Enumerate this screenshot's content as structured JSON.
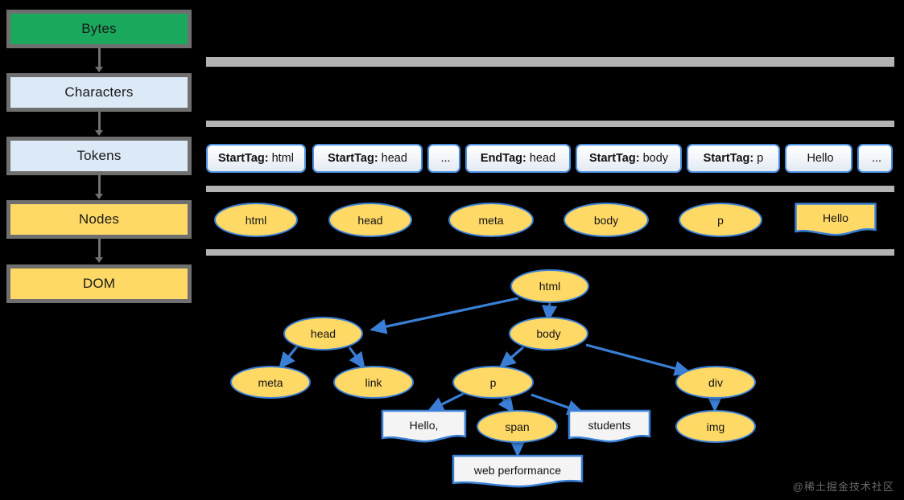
{
  "pipeline": {
    "steps": [
      {
        "label": "Bytes",
        "fill": "#1aa85d",
        "style": "green"
      },
      {
        "label": "Characters",
        "fill": "#dce9f6",
        "style": "blue"
      },
      {
        "label": "Tokens",
        "fill": "#dce9f6",
        "style": "blue"
      },
      {
        "label": "Nodes",
        "fill": "#ffd966",
        "style": "yellow"
      },
      {
        "label": "DOM",
        "fill": "#ffd966",
        "style": "yellow"
      }
    ]
  },
  "tokens": {
    "items": [
      {
        "kind": "StartTag",
        "value": "html"
      },
      {
        "kind": "StartTag",
        "value": "head"
      },
      {
        "kind": "",
        "value": "..."
      },
      {
        "kind": "EndTag",
        "value": "head"
      },
      {
        "kind": "StartTag",
        "value": "body"
      },
      {
        "kind": "StartTag",
        "value": "p"
      },
      {
        "kind": "",
        "value": "Hello"
      },
      {
        "kind": "",
        "value": "..."
      }
    ]
  },
  "nodes_row": {
    "items": [
      {
        "label": "html",
        "shape": "ellipse"
      },
      {
        "label": "head",
        "shape": "ellipse"
      },
      {
        "label": "meta",
        "shape": "ellipse"
      },
      {
        "label": "body",
        "shape": "ellipse"
      },
      {
        "label": "p",
        "shape": "ellipse"
      },
      {
        "label": "Hello",
        "shape": "document"
      }
    ]
  },
  "dom_tree": {
    "nodes": [
      {
        "id": "html",
        "label": "html",
        "shape": "ellipse"
      },
      {
        "id": "head",
        "label": "head",
        "shape": "ellipse"
      },
      {
        "id": "body",
        "label": "body",
        "shape": "ellipse"
      },
      {
        "id": "meta",
        "label": "meta",
        "shape": "ellipse"
      },
      {
        "id": "link",
        "label": "link",
        "shape": "ellipse"
      },
      {
        "id": "p",
        "label": "p",
        "shape": "ellipse"
      },
      {
        "id": "div",
        "label": "div",
        "shape": "ellipse"
      },
      {
        "id": "hello",
        "label": "Hello,",
        "shape": "document"
      },
      {
        "id": "span",
        "label": "span",
        "shape": "ellipse"
      },
      {
        "id": "stud",
        "label": "students",
        "shape": "document"
      },
      {
        "id": "img",
        "label": "img",
        "shape": "ellipse"
      },
      {
        "id": "webperf",
        "label": "web performance",
        "shape": "document"
      }
    ],
    "edges": [
      [
        "html",
        "head"
      ],
      [
        "html",
        "body"
      ],
      [
        "head",
        "meta"
      ],
      [
        "head",
        "link"
      ],
      [
        "body",
        "p"
      ],
      [
        "body",
        "div"
      ],
      [
        "p",
        "hello"
      ],
      [
        "p",
        "span"
      ],
      [
        "p",
        "stud"
      ],
      [
        "span",
        "webperf"
      ],
      [
        "div",
        "img"
      ]
    ]
  },
  "colors": {
    "green": "#1aa85d",
    "light_blue": "#dce9f6",
    "yellow": "#ffd966",
    "edge_blue": "#3a7fd5",
    "token_border": "#4a8fe0",
    "box_border": "#6f6f6f",
    "gray_bar": "#b3b3b3",
    "background": "#000000",
    "text_node_fill": "#f4f4f4"
  },
  "watermark": {
    "text": "@稀土掘金技术社区"
  }
}
